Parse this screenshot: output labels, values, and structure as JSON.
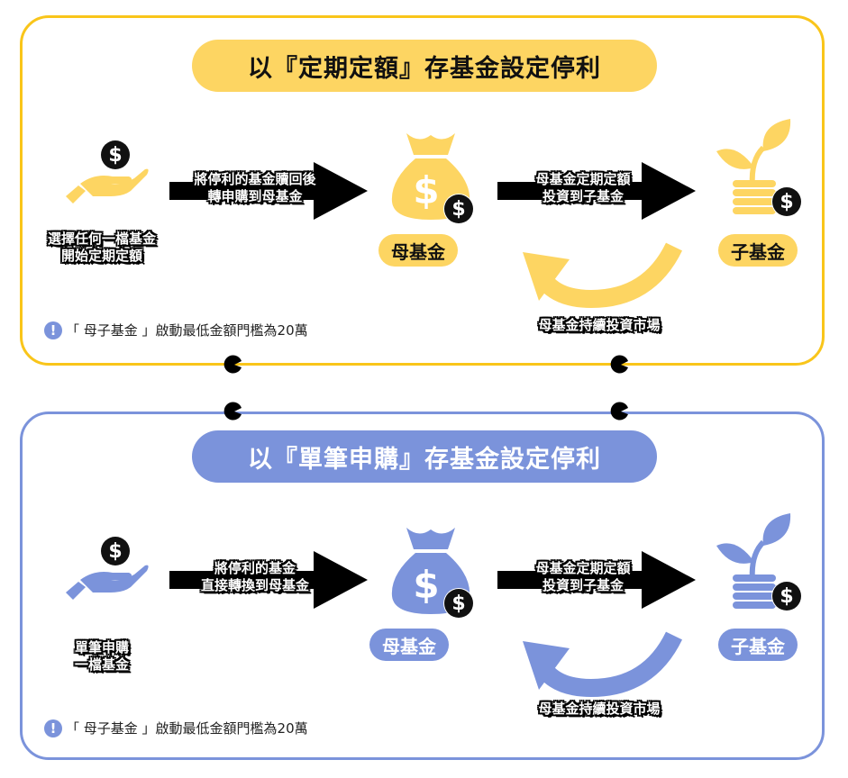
{
  "colors": {
    "yellow_accent": "#FDD562",
    "yellow_border": "#F9C51A",
    "blue_accent": "#7B93DB",
    "icon_black": "#111111"
  },
  "sections": [
    {
      "id": "regular",
      "title": "以『定期定額』存基金設定停利",
      "start_icon": "hand-coin-icon",
      "start_label_line1": "選擇任何一檔基金",
      "start_label_line2": "開始定期定額",
      "arrow1_line1": "將停利的基金贖回後",
      "arrow1_line2": "轉申購到母基金",
      "parent_icon": "money-bag-icon",
      "parent_label": "母基金",
      "arrow2_line1": "母基金定期定額",
      "arrow2_line2": "投資到子基金",
      "child_icon": "plant-coins-icon",
      "child_label": "子基金",
      "loop_label": "母基金持續投資市場",
      "note_icon": "exclamation-icon",
      "note": "「 母子基金 」啟動最低金額門檻為20萬"
    },
    {
      "id": "lump",
      "title": "以『單筆申購』存基金設定停利",
      "start_icon": "hand-coin-icon",
      "start_label_line1": "單筆申購",
      "start_label_line2": "一檔基金",
      "arrow1_line1": "將停利的基金",
      "arrow1_line2": "直接轉換到母基金",
      "parent_icon": "money-bag-icon",
      "parent_label": "母基金",
      "arrow2_line1": "母基金定期定額",
      "arrow2_line2": "投資到子基金",
      "child_icon": "plant-coins-icon",
      "child_label": "子基金",
      "loop_label": "母基金持續投資市場",
      "note_icon": "exclamation-icon",
      "note": "「 母子基金 」啟動最低金額門檻為20萬"
    }
  ]
}
